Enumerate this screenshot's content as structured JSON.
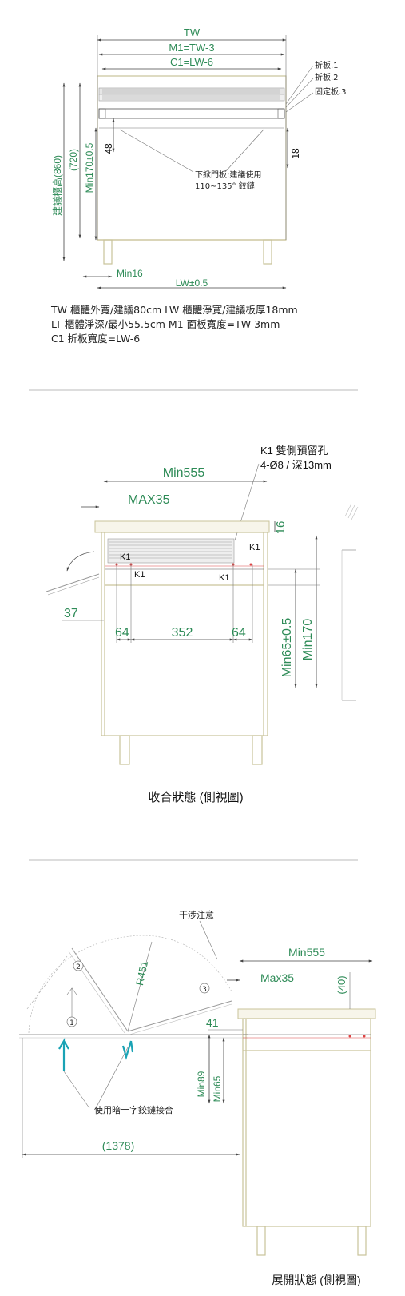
{
  "front_view": {
    "dims": {
      "tw": "TW",
      "m1": "M1=TW-3",
      "c1": "C1=LW-6",
      "h860": "建議櫃高(860)",
      "h720": "(720)",
      "min170": "Min170±0.5",
      "d48": "48",
      "d18": "18",
      "min16": "Min16",
      "lw": "LW±0.5"
    },
    "labels": {
      "fold1": "折板.1",
      "fold2": "折板.2",
      "fixed3": "固定板.3",
      "hinge_note_1": "下掀門板:建議使用",
      "hinge_note_2": "110~135° 鉸鏈"
    },
    "description": [
      "TW 櫃體外寬/建議80cm  LW 櫃體淨寬/建議板厚18mm",
      "LT 櫃體淨深/最小55.5cm M1 面板寬度=TW-3mm",
      "C1 折板寬度=LW-6"
    ]
  },
  "closed_view": {
    "k1_note_1": "K1 雙側預留孔",
    "k1_note_2": "4-Ø8 / 深13mm",
    "dims": {
      "min555": "Min555",
      "max35": "MAX35",
      "d16": "16",
      "d37": "37",
      "d64a": "64",
      "d352": "352",
      "d64b": "64",
      "min65": "Min65±0.5",
      "min170": "Min170"
    },
    "k1": "K1",
    "caption": "收合狀態 (側視圖)"
  },
  "open_view": {
    "interference": "干涉注意",
    "dims": {
      "min555": "Min555",
      "max35": "Max35",
      "d40": "(40)",
      "r451": "R451",
      "d41": "41",
      "min89": "Min89",
      "min65": "Min65",
      "d1378": "(1378)"
    },
    "circles": [
      "1",
      "2",
      "3"
    ],
    "hinge_note": "使用暗十字鉸鏈接合",
    "caption": "展開狀態 (側視圖)"
  },
  "colors": {
    "dimension_text": "#2e8b57",
    "cabinet_line": "#c9c39a",
    "arrow_accent": "#1aa3b5"
  }
}
